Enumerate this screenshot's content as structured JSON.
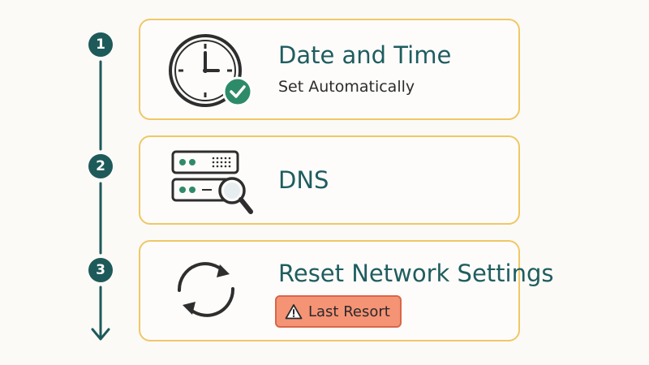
{
  "steps": [
    {
      "number": "1",
      "title": "Date and Time",
      "subtitle": "Set Automatically",
      "icon": "clock-check-icon"
    },
    {
      "number": "2",
      "title": "DNS",
      "icon": "server-search-icon"
    },
    {
      "number": "3",
      "title": "Reset Network Settings",
      "badge": "Last Resort",
      "badge_icon": "warning-icon",
      "icon": "refresh-cycle-icon"
    }
  ],
  "colors": {
    "teal": "#1e5a5a",
    "card_border": "#f1c766",
    "badge_fill": "#f59375",
    "badge_border": "#d9654a",
    "check_green": "#2e8b6a"
  }
}
